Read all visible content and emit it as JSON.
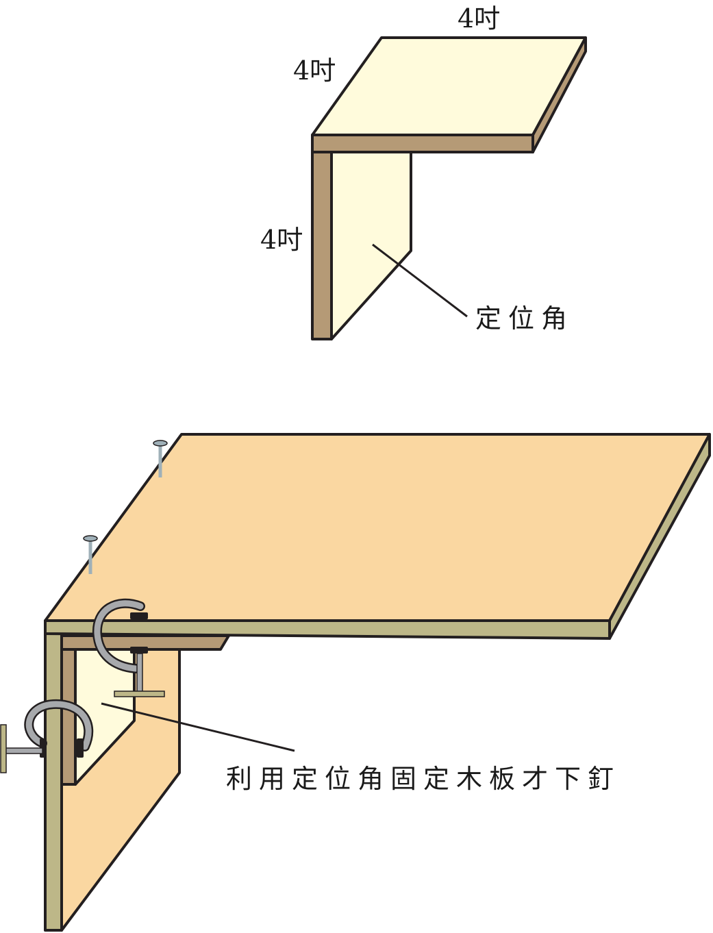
{
  "top_figure": {
    "dimension_top": "4吋",
    "dimension_left": "4吋",
    "dimension_vertical": "4吋",
    "callout": "定位角"
  },
  "bottom_figure": {
    "callout": "利用定位角固定木板才下釘"
  },
  "colors": {
    "corner_block_face": "#fffbdc",
    "corner_block_edge": "#b59a76",
    "board_face": "#fad7a1",
    "board_edge": "#bdb788",
    "nail": "#9fb0b8",
    "clamp_metal": "#a7a9ac",
    "outline": "#231f20"
  },
  "icons": {
    "nail": "nail-icon",
    "clamp": "c-clamp-icon"
  }
}
